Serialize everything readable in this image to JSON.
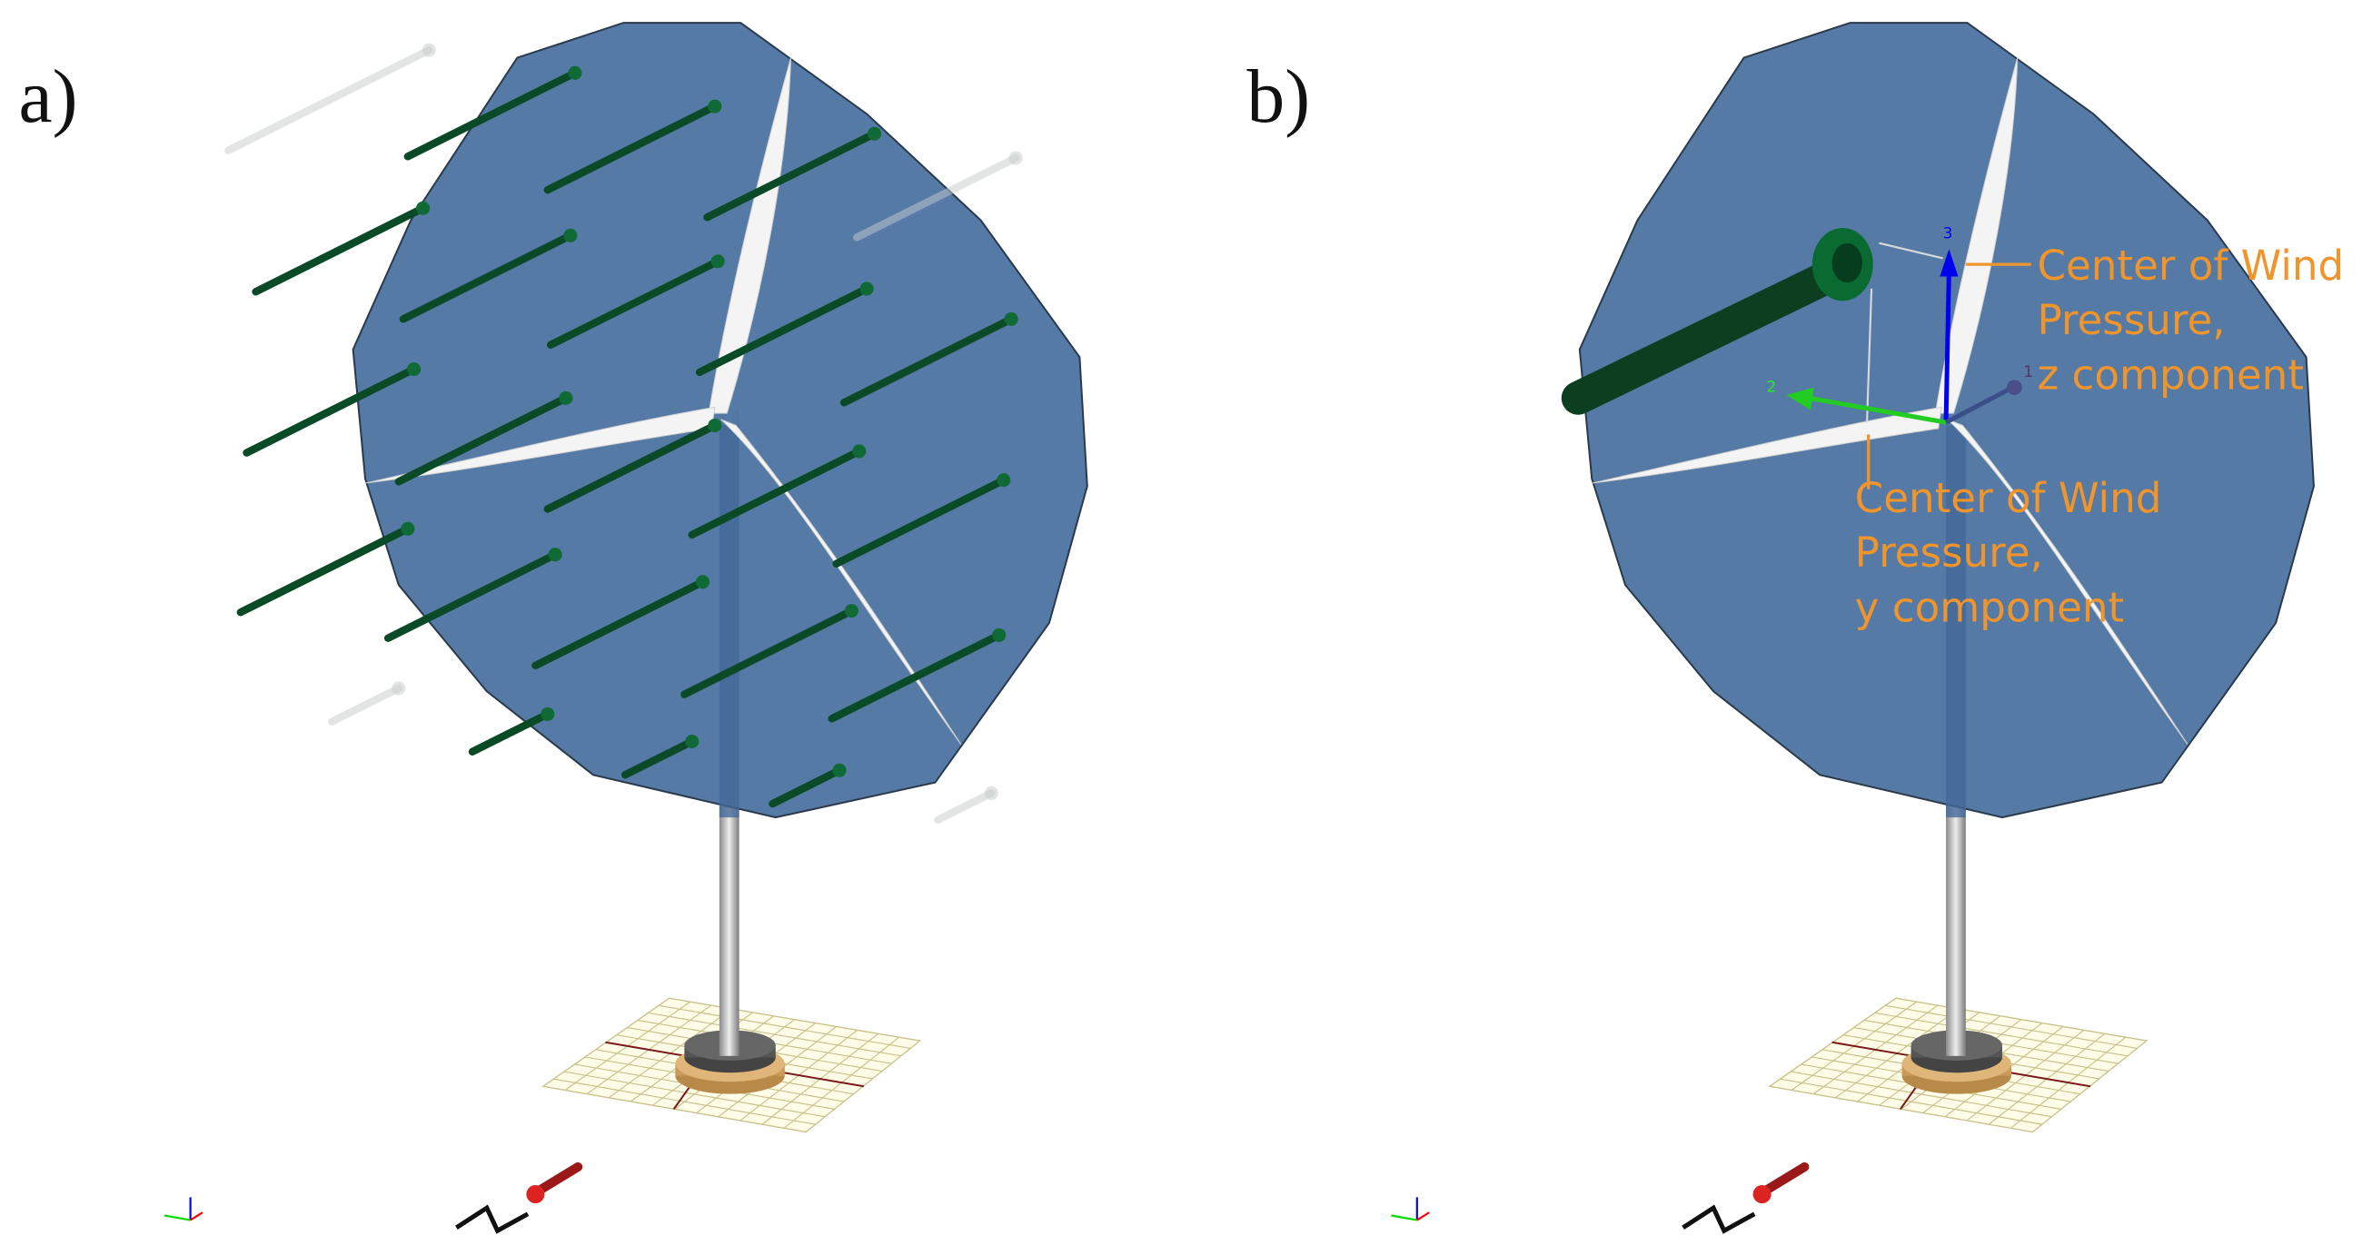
{
  "panels": [
    {
      "label": "a)"
    },
    {
      "label": "b)"
    }
  ],
  "annotations": {
    "z_component": [
      "Center of Wind",
      "Pressure,",
      "z component"
    ],
    "y_component": [
      "Center of Wind",
      "Pressure,",
      "y component"
    ]
  },
  "axes_labels": {
    "axis1": "1",
    "axis2": "2",
    "axis3": "3"
  },
  "colors": {
    "disk": "#4f76a3",
    "rod": "#0b4a26",
    "annotation": "#f0942c",
    "wind_arrow": "#b11a1a"
  }
}
